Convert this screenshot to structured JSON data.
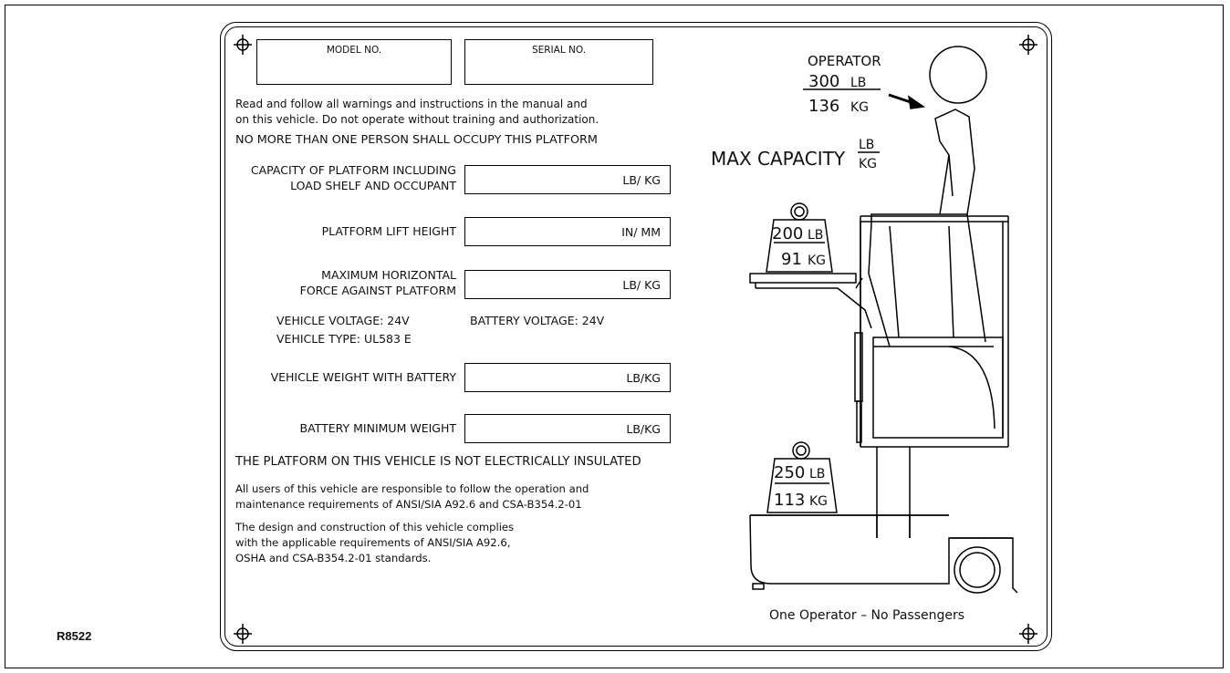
{
  "figure_id": "R8522",
  "header_boxes": {
    "model_label": "MODEL NO.",
    "serial_label": "SERIAL NO."
  },
  "instructions": {
    "line1": "Read and follow all warnings and instructions in the manual and",
    "line2": "on this vehicle. Do not operate without training and authorization.",
    "one_person": "NO MORE THAN ONE PERSON SHALL OCCUPY THIS PLATFORM"
  },
  "fields": [
    {
      "label_line1": "CAPACITY OF PLATFORM INCLUDING",
      "label_line2": "LOAD SHELF AND OCCUPANT",
      "unit": "LB/ KG"
    },
    {
      "label_line1": "PLATFORM LIFT HEIGHT",
      "label_line2": "",
      "unit": "IN/ MM"
    },
    {
      "label_line1": "MAXIMUM HORIZONTAL",
      "label_line2": "FORCE AGAINST PLATFORM",
      "unit": "LB/ KG"
    },
    {
      "label_line1": "VEHICLE WEIGHT WITH BATTERY",
      "label_line2": "",
      "unit": "LB/KG"
    },
    {
      "label_line1": "BATTERY MINIMUM WEIGHT",
      "label_line2": "",
      "unit": "LB/KG"
    }
  ],
  "vehicle": {
    "voltage": "VEHICLE VOLTAGE: 24V",
    "battery_voltage": "BATTERY VOLTAGE: 24V",
    "type": "VEHICLE TYPE: UL583 E"
  },
  "insulation_warning": "THE PLATFORM ON THIS VEHICLE IS NOT ELECTRICALLY INSULATED",
  "users_notice": {
    "line1": "All users of this vehicle are responsible to follow the operation and",
    "line2": "maintenance requirements of ANSI/SIA A92.6 and CSA-B354.2-01"
  },
  "compliance": {
    "line1": "The design and construction of this vehicle complies",
    "line2": "with the applicable requirements of ANSI/SIA A92.6,",
    "line3": "OSHA and CSA-B354.2-01 standards."
  },
  "illustration": {
    "operator_label": "OPERATOR",
    "operator_lb": "300",
    "operator_kg": "136",
    "max_capacity_label": "MAX CAPACITY",
    "unit_lb": "LB",
    "unit_kg": "KG",
    "shelf_lb": "200",
    "shelf_kg": "91",
    "base_lb": "250",
    "base_kg": "113",
    "footer": "One Operator – No Passengers"
  }
}
